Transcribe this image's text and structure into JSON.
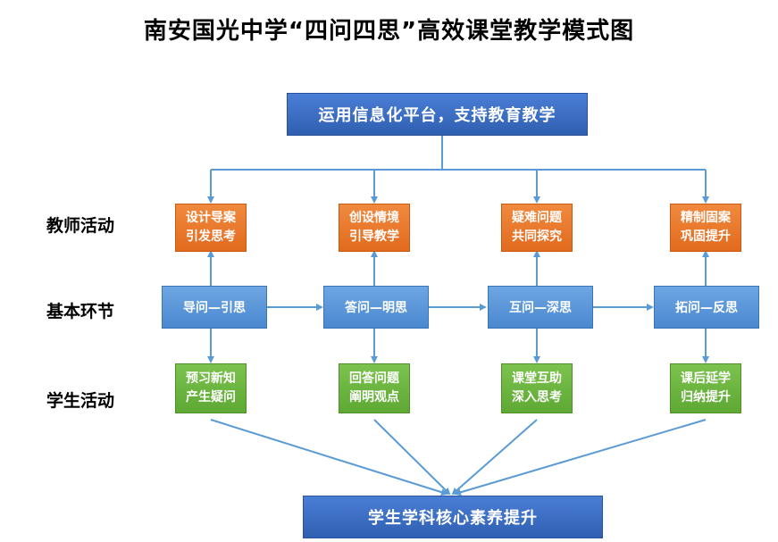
{
  "title": "南安国光中学“四问四思”高效课堂教学模式图",
  "top_box": "运用信息化平台，支持教育教学",
  "bottom_box": "学生学科核心素养提升",
  "row_labels": {
    "teacher": "教师活动",
    "basic": "基本环节",
    "student": "学生活动"
  },
  "columns": [
    {
      "teacher": "设计导案\n引发思考",
      "step": "导问—引思",
      "student": "预习新知\n产生疑问"
    },
    {
      "teacher": "创设情境\n引导教学",
      "step": "答问—明思",
      "student": "回答问题\n阐明观点"
    },
    {
      "teacher": "疑难问题\n共同探究",
      "step": "互问—深思",
      "student": "课堂互助\n深入思考"
    },
    {
      "teacher": "精制固案\n巩固提升",
      "step": "拓问—反思",
      "student": "课后延学\n归纳提升"
    }
  ],
  "colors": {
    "arrow": "#5b9bd5",
    "big_box": "#2f5fb0",
    "teacher_box": "#e8732a",
    "step_box": "#5b97d8",
    "student_box": "#6db33f"
  }
}
